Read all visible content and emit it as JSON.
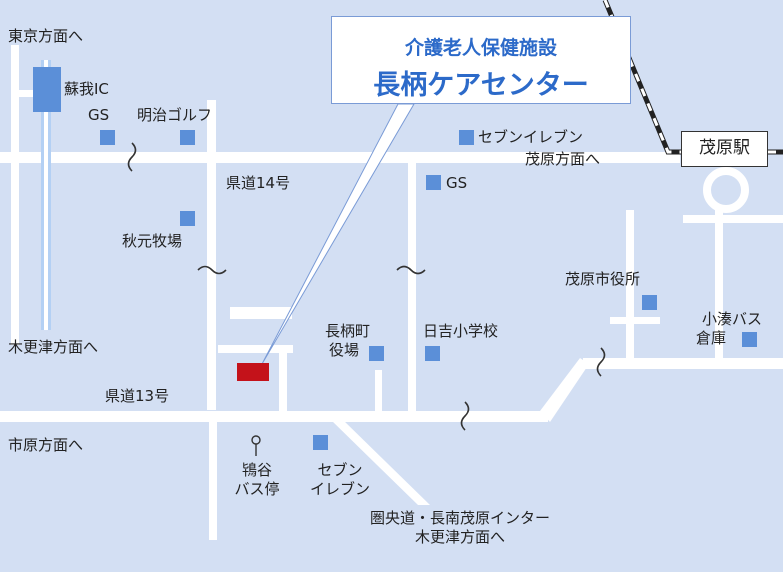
{
  "callout": {
    "subtitle": "介護老人保健施設",
    "title": "長柄ケアセンター"
  },
  "station": {
    "label": "茂原駅"
  },
  "directions": {
    "tokyo": "東京方面へ",
    "kisarazu_left": "木更津方面へ",
    "ichihara": "市原方面へ",
    "mobara": "茂原方面へ",
    "expressway_line1": "圏央道・長南茂原インター",
    "expressway_line2": "木更津方面へ"
  },
  "roads": {
    "route14": "県道14号",
    "route13": "県道13号"
  },
  "landmarks": {
    "soga_ic": "蘇我IC",
    "gs_west": "GS",
    "meiji_golf": "明治ゴルフ",
    "seven_north_line1": "セブンイレブン",
    "gs_east": "GS",
    "akimoto_farm": "秋元牧場",
    "mobara_city_hall": "茂原市役所",
    "kominato_bus_line1": "小湊バス",
    "kominato_bus_line2": "倉庫",
    "nagara_town_hall_line1": "長柄町",
    "nagara_town_hall_line2": "役場",
    "hiyoshi_school": "日吉小学校",
    "bus_stop_line1": "鴇谷",
    "bus_stop_line2": "バス停",
    "seven_south_line1": "セブン",
    "seven_south_line2": "イレブン"
  },
  "colors": {
    "background": "#d3dff3",
    "road": "#ffffff",
    "landmark": "#5b8fd8",
    "highway": "#b3d0f4",
    "facility": "#c4121a",
    "title": "#2c6ac9"
  },
  "icons": {
    "landmark": "blue-square",
    "bus_stop": "bus-stop-pin",
    "facility": "red-rectangle",
    "railway": "railway-track",
    "road_break": "wavy-break"
  }
}
